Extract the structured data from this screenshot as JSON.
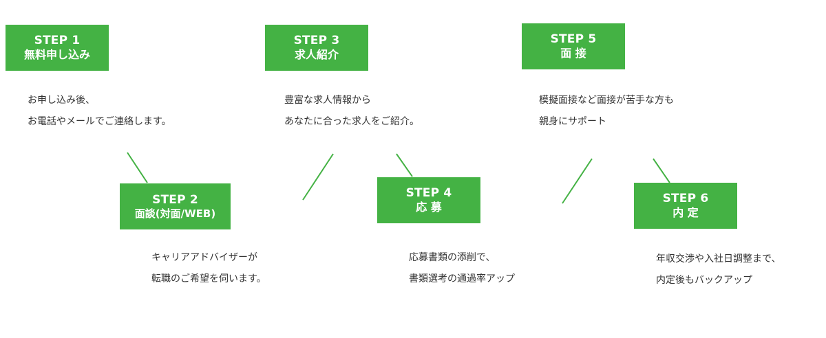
{
  "steps": [
    {
      "number": "STEP 1",
      "name": "無料申し込み",
      "desc": [
        "お申し込み後、",
        "お電話やメールでご連絡します。"
      ]
    },
    {
      "number": "STEP 2",
      "name": "面談(対面/WEB)",
      "desc": [
        "キャリアアドバイザーが",
        "転職のご希望を伺います。"
      ]
    },
    {
      "number": "STEP 3",
      "name": "求人紹介",
      "desc": [
        "豊富な求人情報から",
        "あなたに合った求人をご紹介。"
      ]
    },
    {
      "number": "STEP 4",
      "name": "応 募",
      "desc": [
        "応募書類の添削で、",
        "書類選考の通過率アップ"
      ]
    },
    {
      "number": "STEP 5",
      "name": "面 接",
      "desc": [
        "模擬面接など面接が苦手な方も",
        "親身にサポート"
      ]
    },
    {
      "number": "STEP 6",
      "name": "内 定",
      "desc": [
        "年収交渉や入社日調整まで、",
        "内定後もバックアップ"
      ]
    }
  ],
  "colors": {
    "accent": "#44b244",
    "text": "#333333",
    "box_text": "#ffffff"
  }
}
